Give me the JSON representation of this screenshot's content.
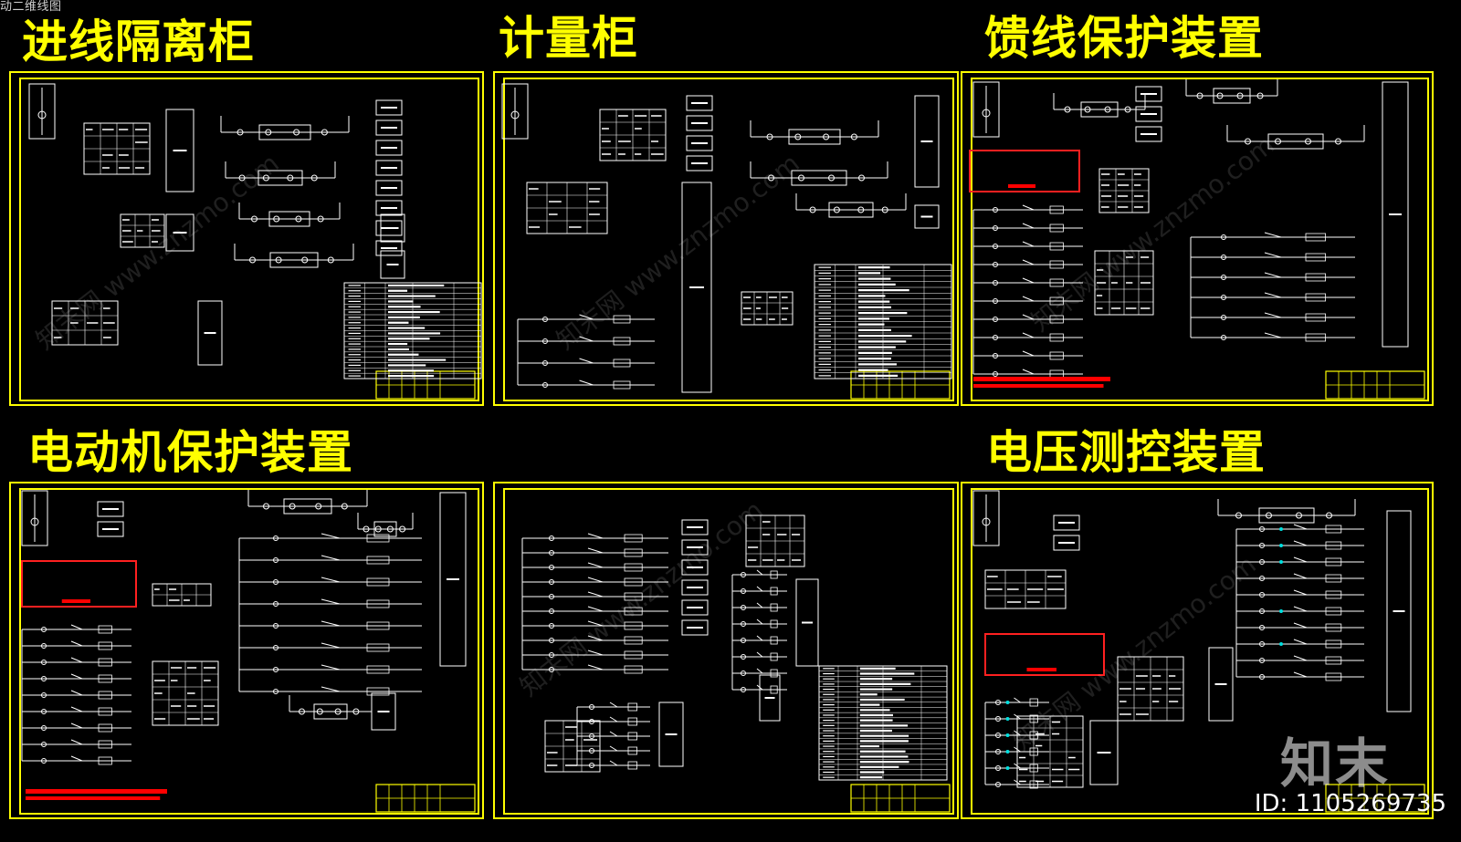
{
  "caption": "动二维线图",
  "panels": [
    {
      "title": "进线隔离柜"
    },
    {
      "title": "计量柜"
    },
    {
      "title": "馈线保护装置"
    },
    {
      "title": "电动机保护装置"
    },
    {
      "title": ""
    },
    {
      "title": "电压测控装置"
    }
  ],
  "watermark": {
    "logo": "知末",
    "id": "ID: 1105269735",
    "diagonal_text": "知末网 www.znzmo.com"
  },
  "colors": {
    "background": "#000000",
    "frame": "#ffff00",
    "lines": "#ffffff",
    "highlight_box": "#ff2020",
    "highlight_bar": "#ff0000",
    "accent": "#00e0e0"
  }
}
